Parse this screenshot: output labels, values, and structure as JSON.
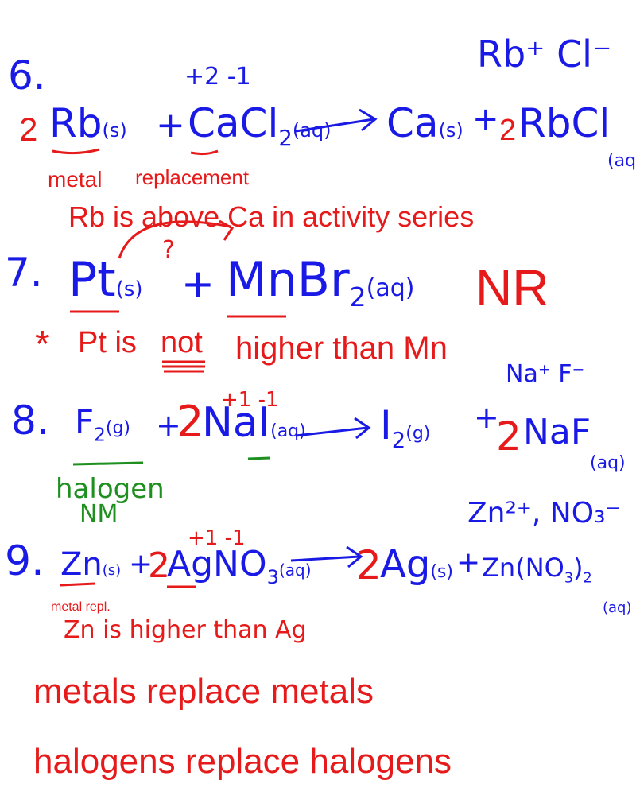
{
  "colors": {
    "blue": "#1a1ae6",
    "red": "#e61a1a",
    "green": "#1f8f1f"
  },
  "problem6": {
    "number": "6.",
    "charges": "+2  -1",
    "ions": "Rb⁺  Cl⁻",
    "coef_left": "2",
    "reactant1": "Rb",
    "reactant1_state": "(s)",
    "plus1": "+",
    "reactant2": "CaCl",
    "reactant2_sub": "2",
    "reactant2_state": "(aq)",
    "product1": "Ca",
    "product1_state": "(s)",
    "plus2": "+",
    "coef_right": "2",
    "product2": "RbCl",
    "product2_state": "(aq)",
    "label_metal": "metal",
    "label_replacement": "replacement",
    "note": "Rb is above Ca in activity series"
  },
  "problem7": {
    "number": "7.",
    "question_mark": "?",
    "reactant1": "Pt",
    "reactant1_state": "(s)",
    "plus": "+",
    "reactant2": "MnBr",
    "reactant2_sub": "2",
    "reactant2_state": "(aq)",
    "result": "NR",
    "note_star": "*",
    "note_a": "Pt is",
    "note_not": "not",
    "note_b": "higher than Mn"
  },
  "problem8": {
    "number": "8.",
    "ions": "Na⁺ F⁻",
    "charges": "+1  -1",
    "reactant1": "F",
    "reactant1_sub": "2",
    "reactant1_state": "(g)",
    "plus1": "+",
    "coef1": "2",
    "reactant2": "NaI",
    "reactant2_state": "(aq)",
    "product1": "I",
    "product1_sub": "2",
    "product1_state": "(g)",
    "plus2": "+",
    "coef2": "2",
    "product2": "NaF",
    "product2_state": "(aq)",
    "label1": "halogen",
    "label2": "NM"
  },
  "problem9": {
    "number": "9.",
    "ions": "Zn²⁺, NO₃⁻",
    "charges": "+1  -1",
    "reactant1": "Zn",
    "reactant1_state": "(s)",
    "plus1": "+",
    "coef1": "2",
    "reactant2": "AgNO",
    "reactant2_sub": "3",
    "reactant2_state": "(aq)",
    "coef2": "2",
    "product1": "Ag",
    "product1_state": "(s)",
    "plus2": "+",
    "product2": "Zn(NO",
    "product2_sub": "3",
    "product2_close": ")",
    "product2_sub2": "2",
    "product2_state": "(aq)",
    "label": "metal repl.",
    "note": "Zn is higher than Ag"
  },
  "summary": {
    "line1": "metals replace metals",
    "line2": "halogens replace halogens"
  }
}
